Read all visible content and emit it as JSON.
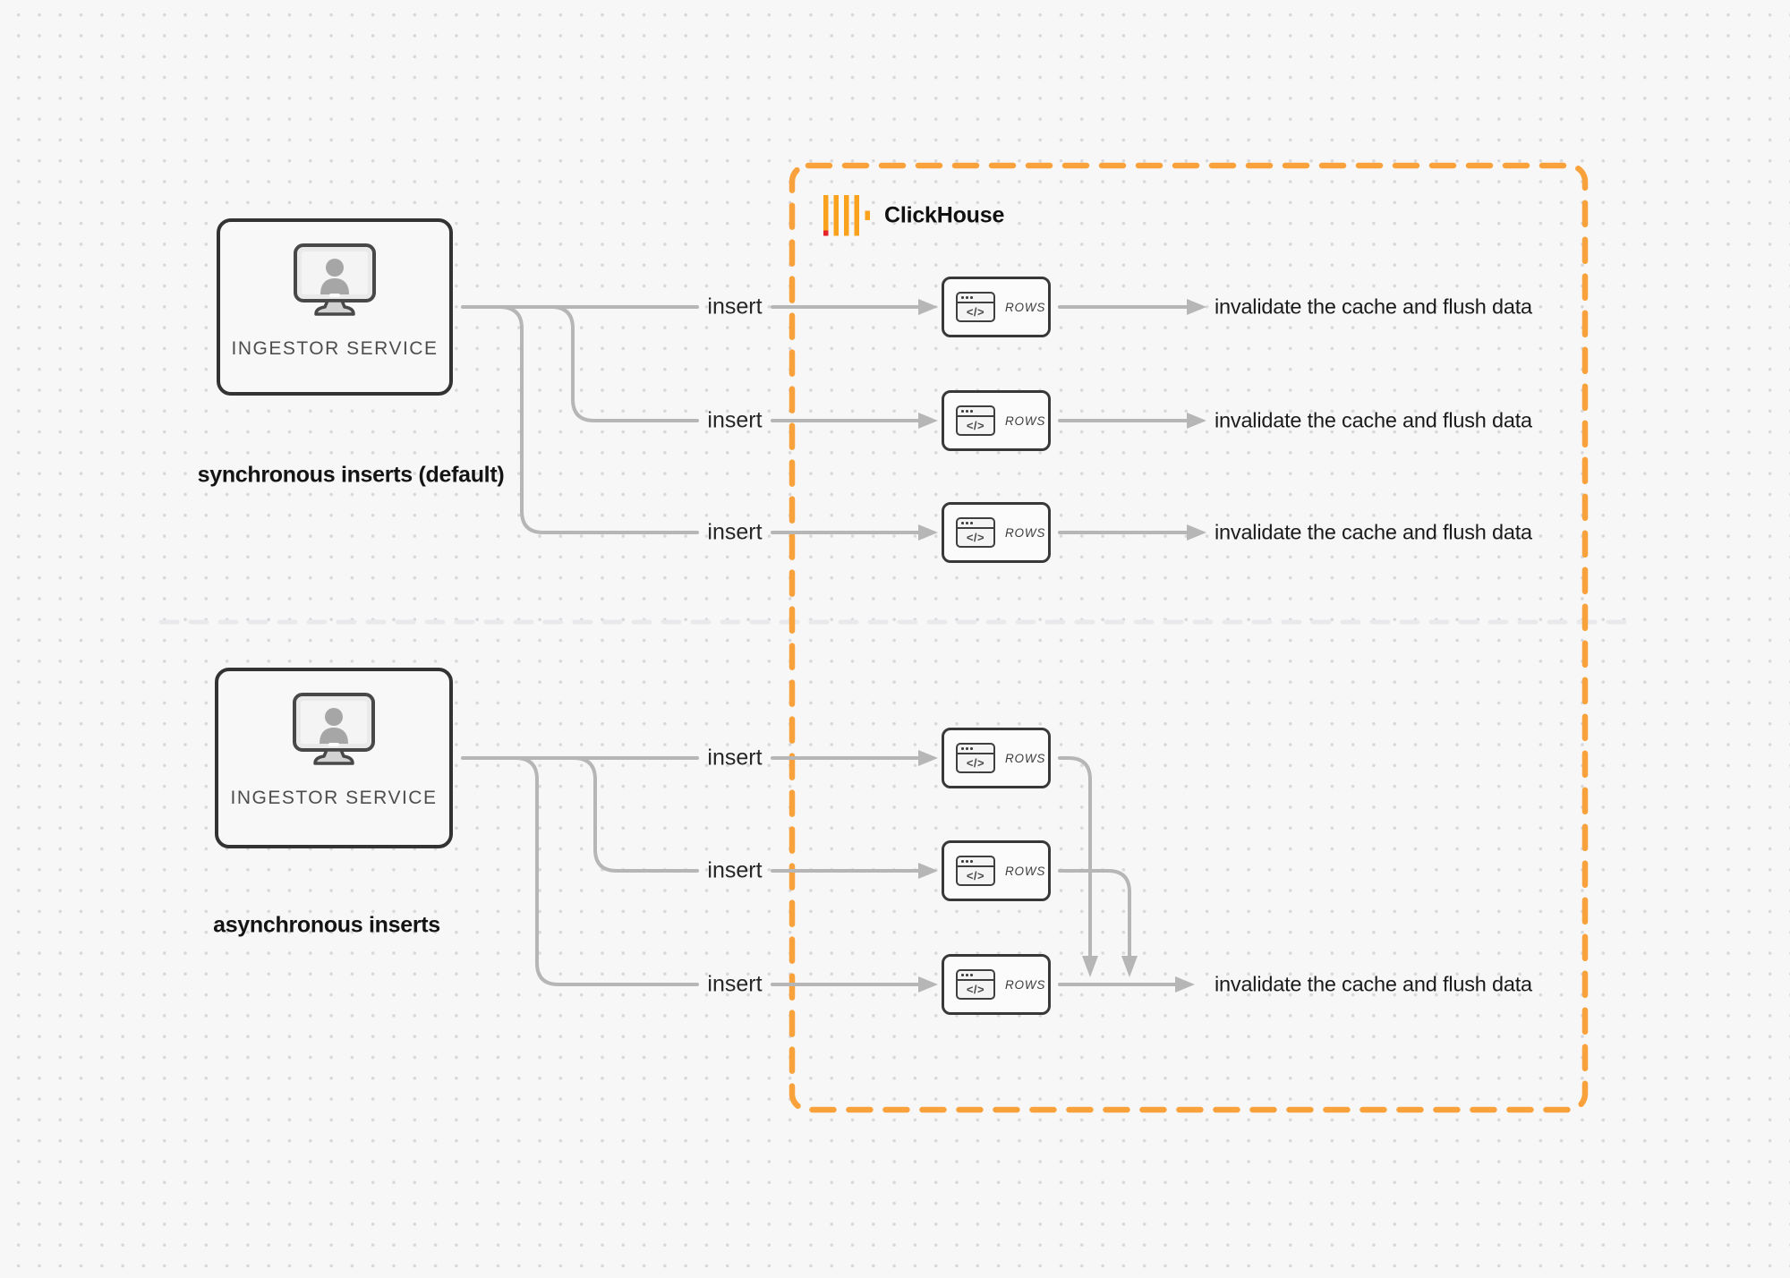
{
  "diagram": {
    "clickhouse": {
      "brand": "ClickHouse"
    },
    "sections": [
      {
        "caption": "synchronous inserts (default)",
        "service": "INGESTOR SERVICE",
        "rows": [
          {
            "insert": "insert",
            "card": "ROWS",
            "result": "invalidate the cache and flush data"
          },
          {
            "insert": "insert",
            "card": "ROWS",
            "result": "invalidate the cache and flush data"
          },
          {
            "insert": "insert",
            "card": "ROWS",
            "result": "invalidate the cache and flush data"
          }
        ]
      },
      {
        "caption": "asynchronous inserts",
        "service": "INGESTOR SERVICE",
        "rows": [
          {
            "insert": "insert",
            "card": "ROWS"
          },
          {
            "insert": "insert",
            "card": "ROWS"
          },
          {
            "insert": "insert",
            "card": "ROWS",
            "result": "invalidate the cache and flush data"
          }
        ]
      }
    ],
    "card_icon": {
      "code_glyph": "</>"
    },
    "colors": {
      "accent_orange": "#F9A23C",
      "logo_amber": "#FAA21D",
      "logo_red": "#E6232A",
      "line_gray": "#B6B6B6",
      "divider_gray": "#E9E9EB"
    }
  }
}
